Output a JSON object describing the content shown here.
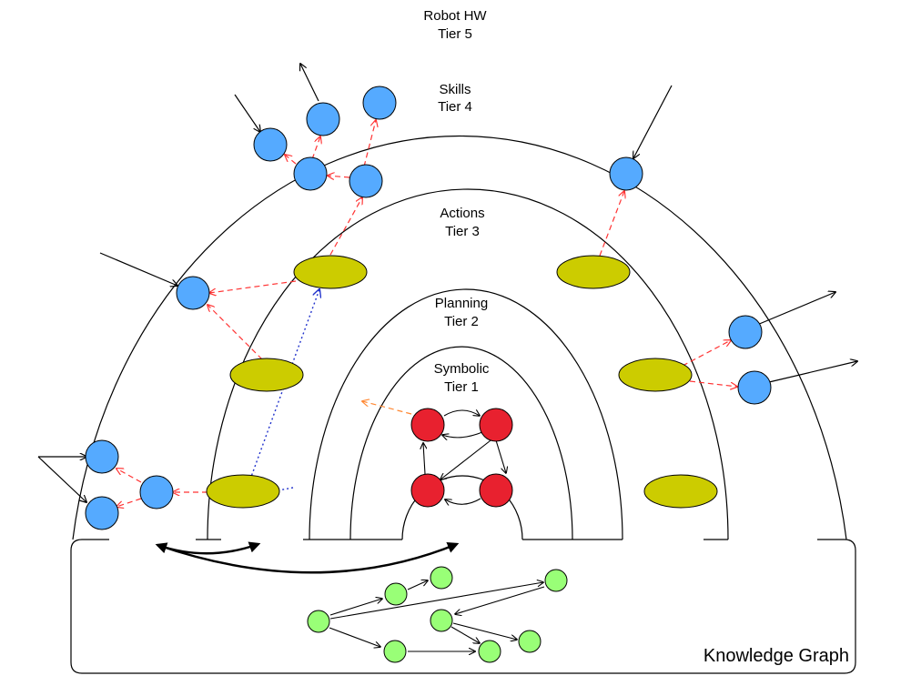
{
  "tiers": {
    "tier5": {
      "name": "Robot HW",
      "tier": "Tier 5"
    },
    "tier4": {
      "name": "Skills",
      "tier": "Tier 4"
    },
    "tier3": {
      "name": "Actions",
      "tier": "Tier 3"
    },
    "tier2": {
      "name": "Planning",
      "tier": "Tier 2"
    },
    "tier1": {
      "name": "Symbolic",
      "tier": "Tier 1"
    }
  },
  "knowledge_graph": {
    "label": "Knowledge Graph"
  },
  "colors": {
    "skill_node": "#55aaff",
    "action_node": "#cccc00",
    "symbolic_node": "#e8212f",
    "kg_node": "#99ff77",
    "red_dashed": "#ff3333",
    "blue_dotted": "#2233cc",
    "orange_dashed": "#ff8833"
  }
}
